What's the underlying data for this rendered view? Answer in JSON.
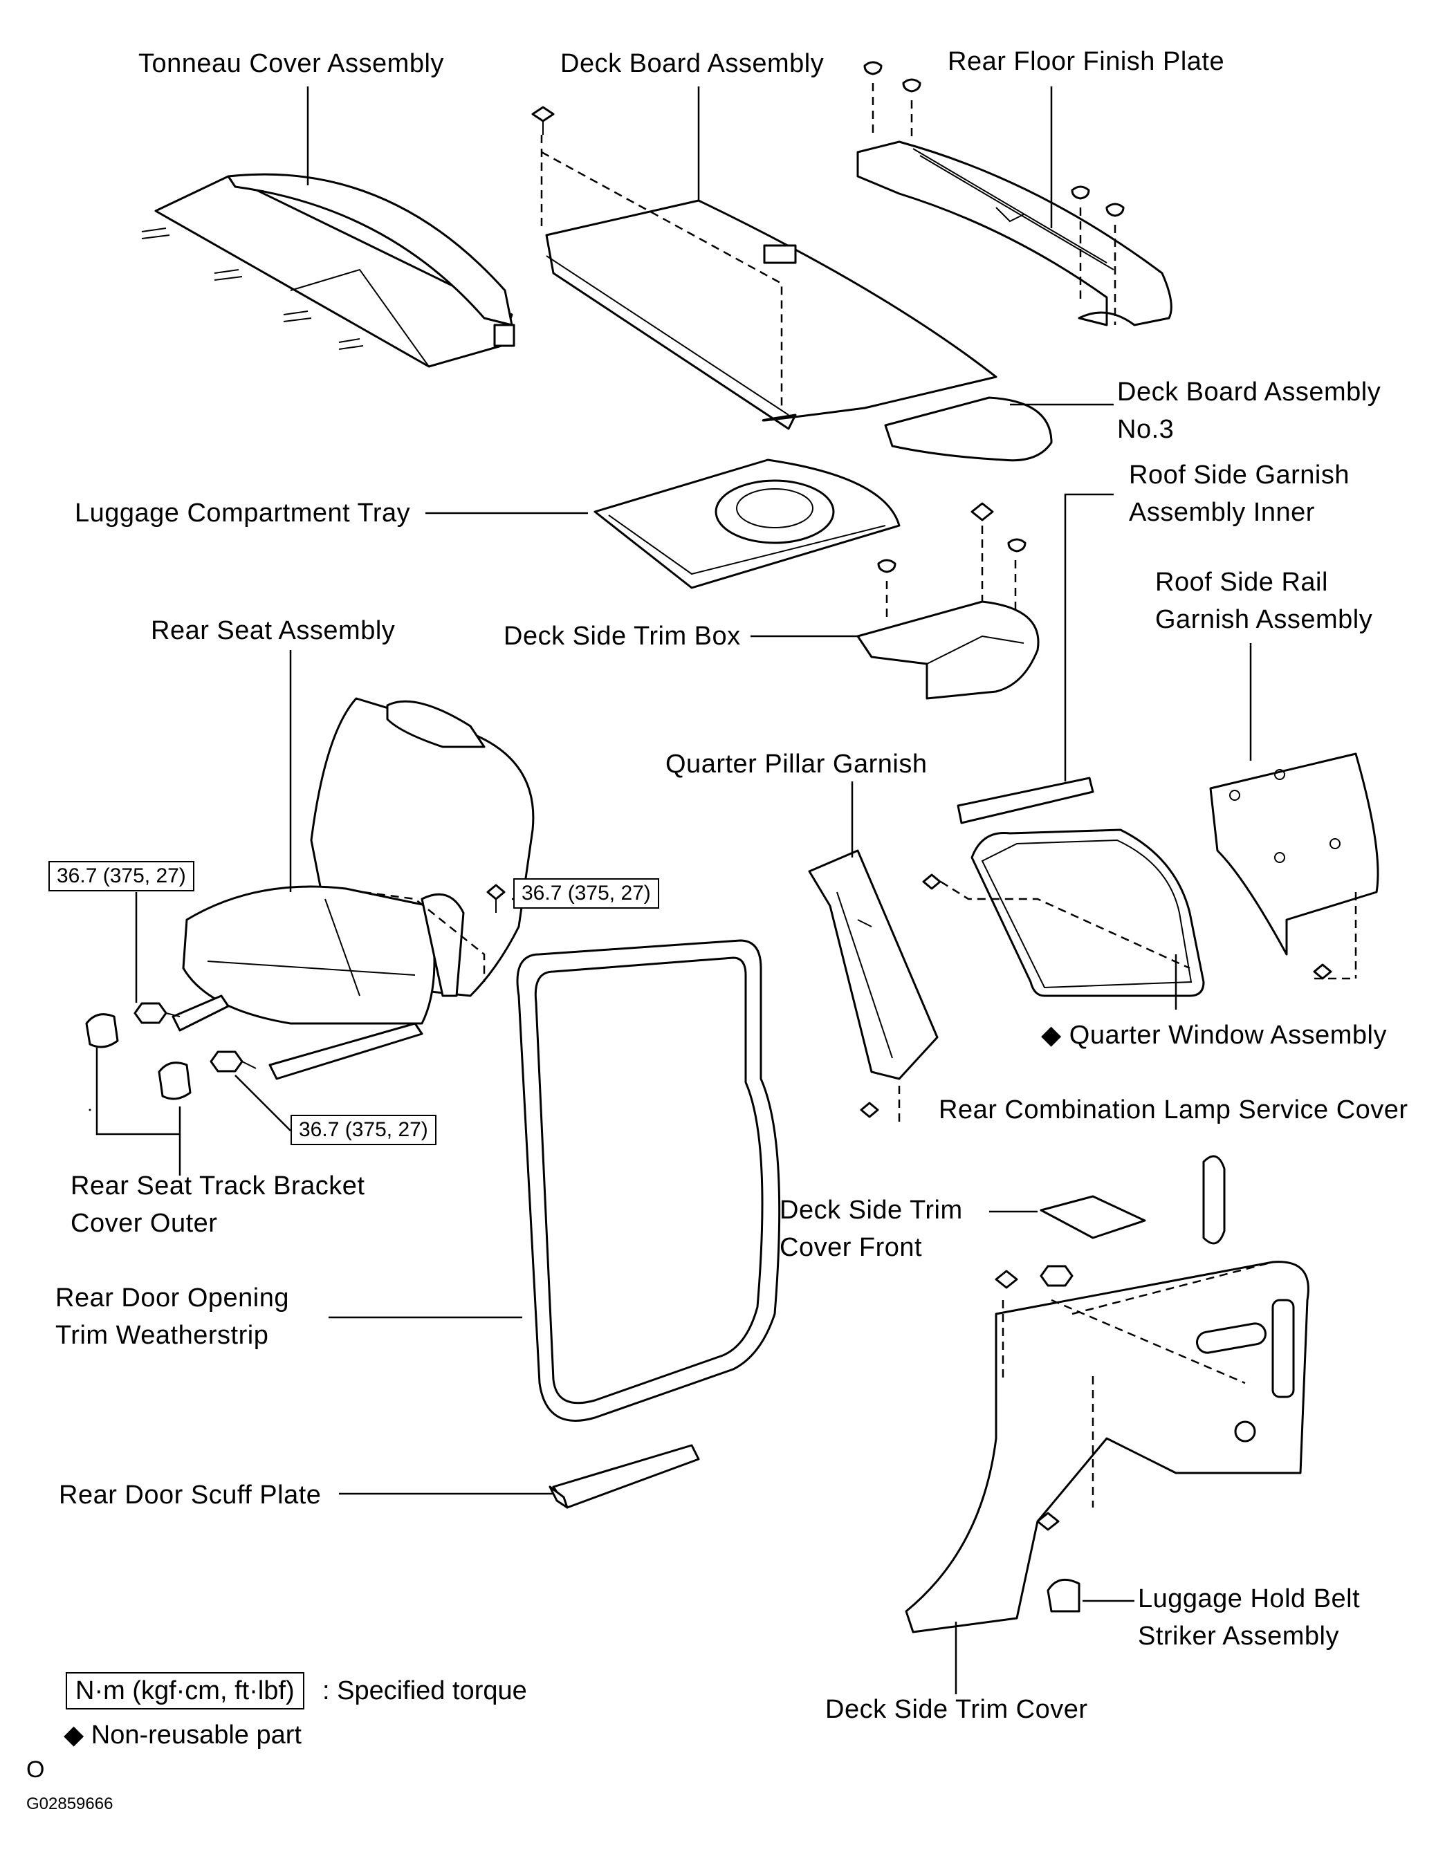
{
  "labels": {
    "tonneau_cover": "Tonneau Cover Assembly",
    "deck_board": "Deck Board Assembly",
    "rear_floor_finish_plate": "Rear Floor Finish Plate",
    "deck_board_no3_line1": "Deck Board Assembly",
    "deck_board_no3_line2": "No.3",
    "luggage_tray": "Luggage Compartment Tray",
    "roof_side_garnish_inner_line1": "Roof Side Garnish",
    "roof_side_garnish_inner_line2": "Assembly Inner",
    "rear_seat": "Rear Seat Assembly",
    "deck_side_trim_box": "Deck Side Trim Box",
    "roof_side_rail_line1": "Roof  Side  Rail",
    "roof_side_rail_line2": "Garnish Assembly",
    "quarter_pillar": "Quarter Pillar Garnish",
    "quarter_window": "◆ Quarter Window Assembly",
    "rear_combination_lamp": "Rear Combination Lamp Service Cover",
    "rear_seat_track_line1": "Rear Seat Track Bracket",
    "rear_seat_track_line2": "Cover Outer",
    "deck_side_trim_front_line1": "Deck  Side  Trim",
    "deck_side_trim_front_line2": "Cover Front",
    "rear_door_weatherstrip_line1": "Rear  Door  Opening",
    "rear_door_weatherstrip_line2": "Trim Weatherstrip",
    "rear_door_scuff": "Rear Door Scuff Plate",
    "luggage_hold_belt_line1": "Luggage  Hold  Belt",
    "luggage_hold_belt_line2": "Striker Assembly",
    "deck_side_trim_cover": "Deck Side Trim Cover"
  },
  "torque_specs": {
    "seat_left": "36.7 (375, 27)",
    "seat_right": "36.7 (375, 27)",
    "seat_bottom": "36.7 (375, 27)"
  },
  "legend": {
    "torque_unit": "N·m (kgf·cm, ft·lbf)",
    "torque_desc": ": Specified torque",
    "non_reusable": "◆ Non-reusable part"
  },
  "footer": {
    "mark": "O",
    "code": "G02859666"
  }
}
